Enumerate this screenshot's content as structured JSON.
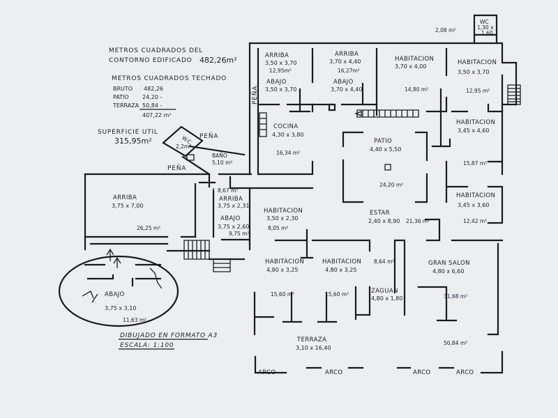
{
  "notes": {
    "contour_title": "METROS CUADRADOS DEL",
    "contour_title_2": "CONTORNO EDIFICADO",
    "contour_area": "482,26m²",
    "roof_title": "METROS CUADRADOS TECHADO",
    "bruto_label": "BRUTO",
    "bruto_value": "482,26",
    "patio_label": "PATIO",
    "patio_value": "24,20 -",
    "terraza_label": "TERRAZA",
    "terraza_value": "50,84 -",
    "roof_total": "407,22 m²",
    "useful_title": "SUPERFICIE UTIL",
    "useful_area": "315,95m²",
    "format": "DIBUJADO EN FORMATO A3",
    "scale": "ESCALA: 1:100"
  },
  "labels": {
    "pena": "PEÑA",
    "wc_annex": "W.C.",
    "wc_annex_area": "2,2m²",
    "bano": "BAÑO",
    "bano_dim": "5,10 m²",
    "wc_area": "2,08 m²",
    "wc": "WC",
    "wc_dim1": "1,30 x",
    "wc_dim2": "1,60",
    "arco": "ARCO"
  },
  "rooms": {
    "arriba1": {
      "name": "ARRIBA",
      "dim": "3,50 x 3,70",
      "area": "12,95m²"
    },
    "abajo1": {
      "name": "ABAJO",
      "dim": "3,50 x 3,70"
    },
    "arriba2": {
      "name": "ARRIBA",
      "dim": "3,70 x 4,40",
      "area": "16,27m²"
    },
    "abajo2": {
      "name": "ABAJO",
      "dim": "3,70 x 4,40"
    },
    "hab1": {
      "name": "HABITACION",
      "dim": "3,70 x 4,00",
      "area": "14,80 m²"
    },
    "hab2": {
      "name": "HABITACION",
      "dim": "3,50 x 3,70",
      "area": "12,95 m²"
    },
    "hab3": {
      "name": "HABITACION",
      "dim": "3,45 x 4,60",
      "area": "15,87 m²"
    },
    "hab4": {
      "name": "HABITACION",
      "dim": "3,45 x 3,60",
      "area": "12,42 m²"
    },
    "cocina": {
      "name": "COCINA",
      "dim": "4,30 x 3,80",
      "area": "16,34 m²"
    },
    "patio": {
      "name": "PATIO",
      "dim": "4,40 x 5,50",
      "area": "24,20 m²"
    },
    "estar": {
      "name": "ESTAR",
      "dim": "2,40 x 8,90",
      "area": "21,36 m²"
    },
    "hab_left": {
      "name": "HABITACION",
      "dim": "3,50 x 2,30",
      "area": "8,05 m²"
    },
    "arriba3": {
      "name": "ARRIBA",
      "dim": "3,75 x 2,31",
      "area": "8,67 m²"
    },
    "abajo3": {
      "name": "ABAJO",
      "dim": "3,75 x 2,60",
      "area": "9,75 m²"
    },
    "arriba_left": {
      "name": "ARRIBA",
      "dim": "3,75 x 7,00",
      "area": "26,25 m²"
    },
    "hab5": {
      "name": "HABITACION",
      "dim": "4,80 x 3,25",
      "area": "15,60 m²"
    },
    "hab6": {
      "name": "HABITACION",
      "dim": "4,80 x 3,25",
      "area": "15,60 m²"
    },
    "zaguan": {
      "name": "ZAGUAN",
      "dim": "4,80 x 1,80",
      "area_top": "8,64 m²"
    },
    "salon": {
      "name": "GRAN SALON",
      "dim": "4,80 x 6,60",
      "area": "31,68 m²"
    },
    "terraza": {
      "name": "TERRAZA",
      "dim": "3,10 x 16,40",
      "area": "50,84 m²"
    },
    "abajo_cellar": {
      "name": "ABAJO",
      "dim": "3,75 x 3,10",
      "area": "11,63 m²"
    }
  }
}
